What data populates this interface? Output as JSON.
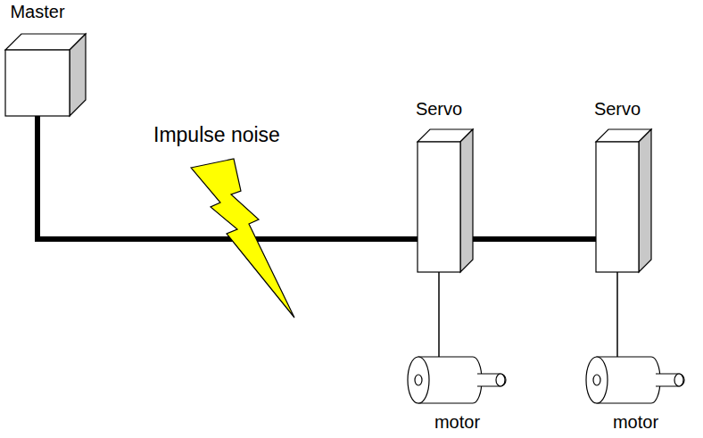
{
  "diagram": {
    "nodes": [
      {
        "text": [
          "Master"
        ]
      },
      {
        "text": [
          "Servo"
        ]
      },
      {
        "text": [
          "Servo"
        ]
      },
      {
        "text": [
          "motor"
        ]
      },
      {
        "text": [
          "motor"
        ]
      }
    ],
    "edges": [
      {
        "from": 0,
        "to": 1,
        "arrow": "none"
      },
      {
        "from": 1,
        "to": 2,
        "arrow": "none"
      },
      {
        "from": 1,
        "to": 3,
        "arrow": "none"
      },
      {
        "from": 2,
        "to": 4,
        "arrow": "none"
      }
    ],
    "labels": [
      "Impulse noise"
    ]
  }
}
